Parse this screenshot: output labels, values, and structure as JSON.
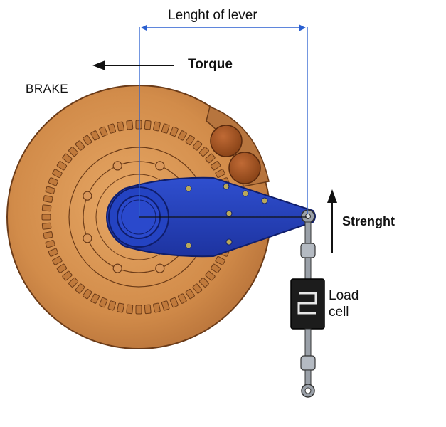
{
  "labels": {
    "lever_length": "Lenght of lever",
    "torque": "Torque",
    "brake": "BRAKE",
    "strength": "Strenght",
    "load_cell_line1": "Load",
    "load_cell_line2": "cell"
  },
  "colors": {
    "disc": "#d28c4a",
    "disc_dark": "#8f5224",
    "arm": "#2340b8",
    "arm_dark": "#112170",
    "dimension_line": "#2a5fd0",
    "load_cell": "#1c1c1c",
    "rod": "#9aa0a8"
  },
  "icons": {
    "torque_direction": "arrow-left-icon",
    "strength_direction": "arrow-up-icon"
  }
}
